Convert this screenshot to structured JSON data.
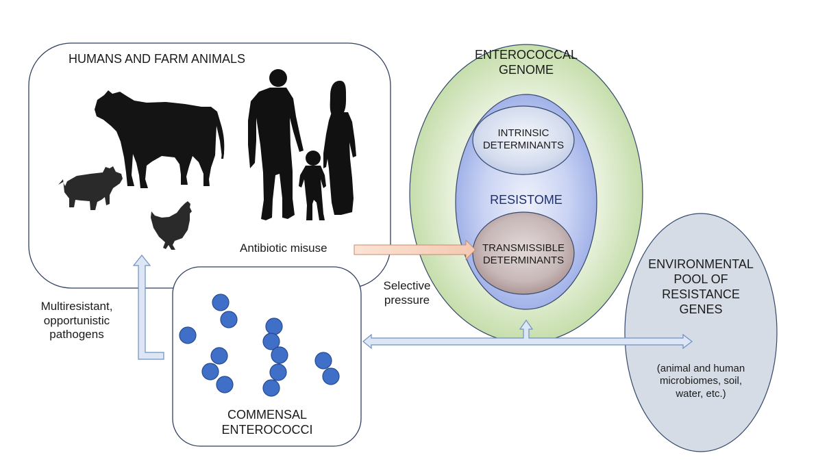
{
  "humans_box": {
    "title": "HUMANS AND FARM ANIMALS"
  },
  "genome": {
    "title_line1": "ENTEROCOCCAL",
    "title_line2": "GENOME",
    "resistome": "RESISTOME",
    "intrinsic_line1": "INTRINSIC",
    "intrinsic_line2": "DETERMINANTS",
    "transmissible_line1": "TRANSMISSIBLE",
    "transmissible_line2": "DETERMINANTS"
  },
  "commensal": {
    "line1": "COMMENSAL",
    "line2": "ENTEROCOCCI"
  },
  "environment": {
    "line1": "ENVIRONMENTAL",
    "line2": "POOL OF",
    "line3": "RESISTANCE",
    "line4": "GENES",
    "sub1": "(animal and human",
    "sub2": "microbiomes, soil,",
    "sub3": "water, etc.)"
  },
  "labels": {
    "antibiotic_misuse": "Antibiotic misuse",
    "selective_line1": "Selective",
    "selective_line2": "pressure",
    "multi_line1": "Multiresistant,",
    "multi_line2": "opportunistic",
    "multi_line3": "pathogens"
  },
  "colors": {
    "box_border": "#2f3f5f",
    "genome_fill_outer": "#d9e8c8",
    "resistome_fill": "#a7b8ea",
    "transmissible_fill": "#a88f8f",
    "environment_fill": "#d6dce6",
    "cell_fill": "#3f6fc6",
    "arrow_fill": "#dde6f4",
    "arrow_border": "#6f8fc0",
    "misuse_arrow": "#f6d2bf"
  },
  "icons": [
    "cow-silhouette-icon",
    "pig-silhouette-icon",
    "hen-silhouette-icon",
    "human-family-silhouette-icon"
  ]
}
